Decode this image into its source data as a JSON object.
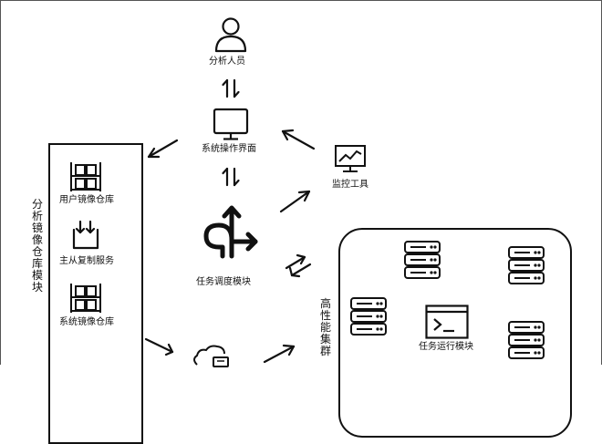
{
  "nodes": {
    "analyst": "分析人员",
    "ui": "系统操作界面",
    "monitor": "监控工具",
    "scheduler": "任务调度模块",
    "user_repo": "用户镜像仓库",
    "sync_service": "主从复制服务",
    "system_repo": "系统镜像仓库",
    "task_runner": "任务运行模块"
  },
  "groups": {
    "analysis_repo_module": "分析镜像仓库模块",
    "hpc_cluster": "高性能集群"
  }
}
